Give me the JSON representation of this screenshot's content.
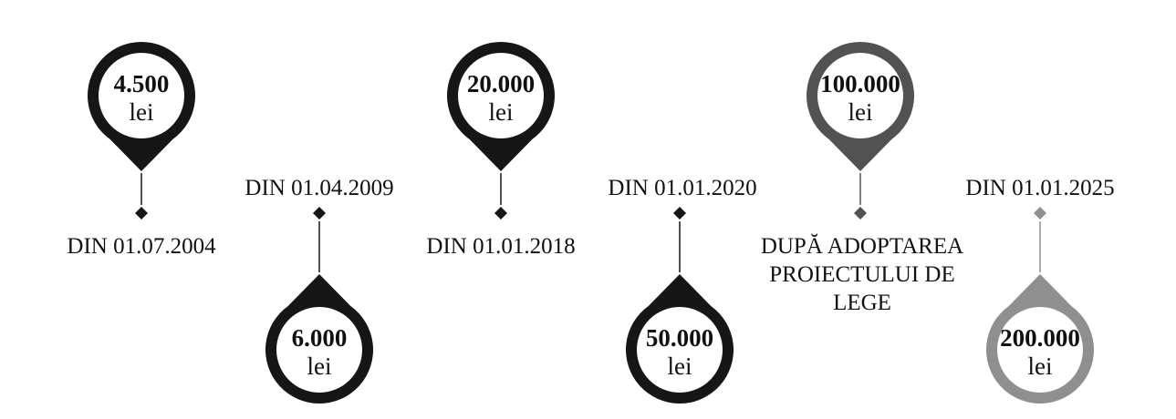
{
  "colors": {
    "dark": "#161616",
    "mid": "#525252",
    "light": "#8f8f8f"
  },
  "timeline": [
    {
      "amount": "4.500",
      "unit": "lei",
      "label": [
        "DIN 01.07.2004"
      ]
    },
    {
      "amount": "6.000",
      "unit": "lei",
      "label": [
        "DIN 01.04.2009"
      ]
    },
    {
      "amount": "20.000",
      "unit": "lei",
      "label": [
        "DIN 01.01.2018"
      ]
    },
    {
      "amount": "50.000",
      "unit": "lei",
      "label": [
        "DIN 01.01.2020"
      ]
    },
    {
      "amount": "100.000",
      "unit": "lei",
      "label": [
        "DUPĂ ADOPTAREA",
        "PROIECTULUI DE",
        "LEGE"
      ]
    },
    {
      "amount": "200.000",
      "unit": "lei",
      "label": [
        "DIN 01.01.2025"
      ]
    }
  ]
}
